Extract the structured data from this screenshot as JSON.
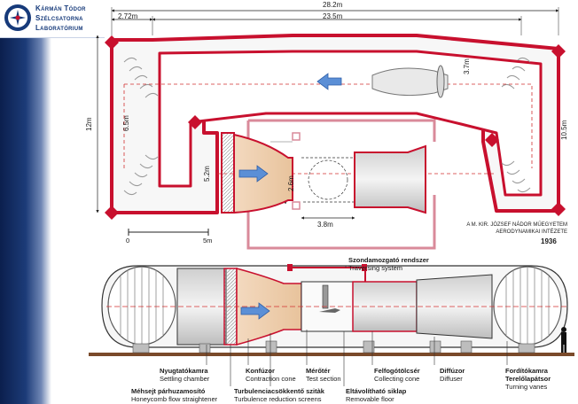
{
  "logo": {
    "line1": "Kármán Tódor",
    "line2": "Szélcsatorna",
    "line3": "Laboratórium"
  },
  "dimensions": {
    "overall_length": "28.2m",
    "left_offset": "2.72m",
    "inner_length": "23.5m",
    "fan_diameter": "3.7m",
    "height_overall": "12m",
    "height_inner": "6.5m",
    "chamber_height": "5.2m",
    "test_section_diameter": "2.6m",
    "right_height": "10.5m",
    "test_section_length": "3.8m"
  },
  "scale": {
    "zero": "0",
    "five": "5m"
  },
  "institute": {
    "line1": "A M. KIR. JÓZSEF NÁDOR MŰEGYETEM",
    "line2": "AERODYNAMIKAI INTÉZETE",
    "year": "1936"
  },
  "labels": {
    "traversing": {
      "hu": "Szondamozgató rendszer",
      "en": "Traversing system"
    },
    "settling": {
      "hu": "Nyugtatókamra",
      "en": "Settling chamber"
    },
    "honeycomb": {
      "hu": "Méhsejt párhuzamosító",
      "en": "Honeycomb flow straightener"
    },
    "contraction": {
      "hu": "Konfúzor",
      "en": "Contraction cone"
    },
    "screens": {
      "hu": "Turbulenciacsökkentő szitàk",
      "en": "Turbulence reduction screens"
    },
    "test": {
      "hu": "Mérőtér",
      "en": "Test section"
    },
    "floor": {
      "hu": "Eltávolítható siklap",
      "en": "Removable floor"
    },
    "collecting": {
      "hu": "Felfogótölcsér",
      "en": "Collecting cone"
    },
    "diffuser": {
      "hu": "Diffúzor",
      "en": "Diffuser"
    },
    "turning": {
      "hu": "Fordítókamra",
      "hu2": "Terelőlapátsor",
      "en": "Turning vanes"
    }
  },
  "colors": {
    "wall": "#c8102e",
    "flow_arrow": "#5b8fd6",
    "centerline": "#d23030",
    "frame": "#d98a9a"
  }
}
